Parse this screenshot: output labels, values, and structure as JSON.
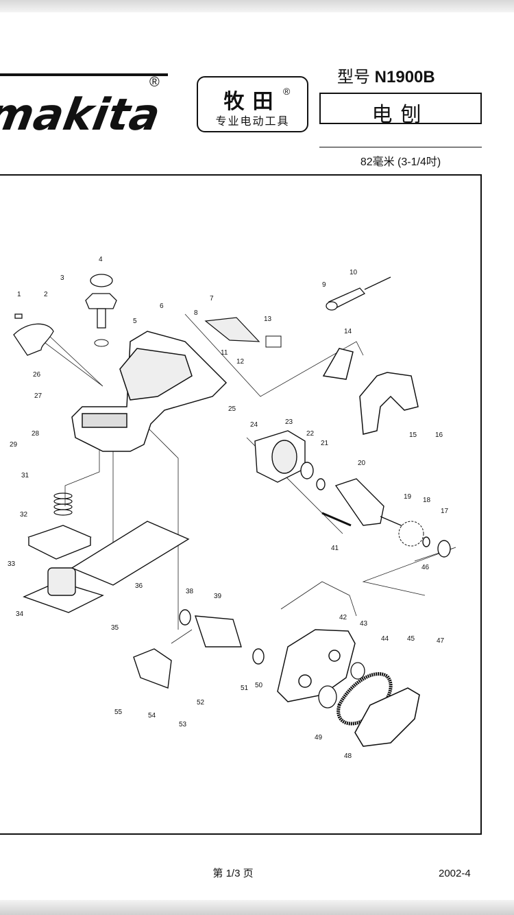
{
  "header": {
    "brand_logo": "makita",
    "registered_mark": "®",
    "brand_cn": "牧田",
    "brand_cn_reg": "®",
    "brand_tagline": "专业电动工具",
    "model_prefix": "型号",
    "model_number": "N1900B",
    "product_name": "电刨",
    "size_spec": "82毫米 (3-1/4吋)"
  },
  "diagram": {
    "callouts": [
      "1",
      "2",
      "3",
      "4",
      "5",
      "6",
      "7",
      "8",
      "9",
      "10",
      "11",
      "12",
      "13",
      "14",
      "15",
      "16",
      "17",
      "18",
      "19",
      "20",
      "21",
      "22",
      "23",
      "24",
      "25",
      "26",
      "27",
      "28",
      "29",
      "31",
      "32",
      "33",
      "34",
      "35",
      "36",
      "38",
      "39",
      "41",
      "42",
      "43",
      "44",
      "45",
      "46",
      "47",
      "48",
      "49",
      "50",
      "51",
      "52",
      "53",
      "54",
      "55"
    ]
  },
  "footer": {
    "page": "第 1/3 页",
    "date": "2002-4"
  }
}
